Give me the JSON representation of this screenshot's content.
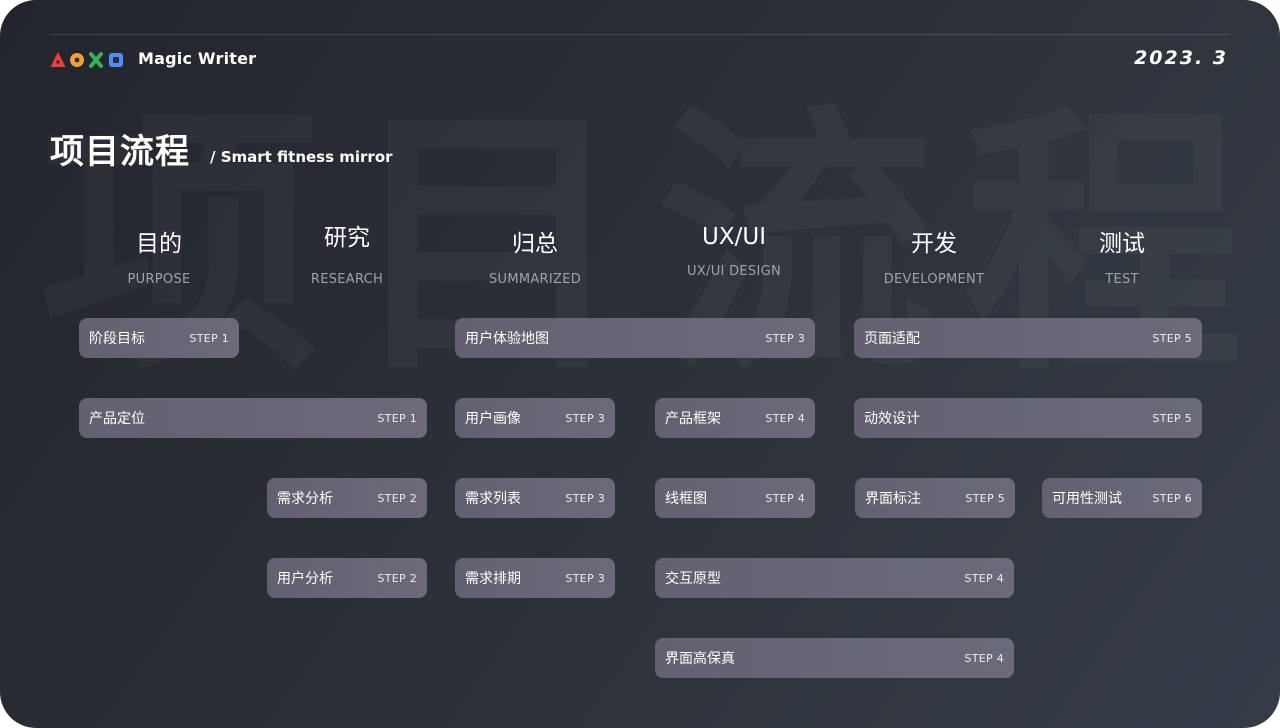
{
  "header": {
    "brand": "Magic Writer",
    "date": "2023. 3",
    "title": "项目流程",
    "subtitle": "/ Smart fitness mirror",
    "watermark": "项目流程"
  },
  "logo": {
    "shapes": [
      "triangle",
      "circle",
      "cross",
      "square"
    ],
    "colors": [
      "#e8403a",
      "#f0a030",
      "#36b25a",
      "#4f8ef5"
    ]
  },
  "columns": [
    {
      "cn": "目的",
      "en": "PURPOSE"
    },
    {
      "cn": "研究",
      "en": "RESEARCH"
    },
    {
      "cn": "归总",
      "en": "SUMMARIZED"
    },
    {
      "cn": "UX/UI",
      "en": "UX/UI DESIGN"
    },
    {
      "cn": "开发",
      "en": "DEVELOPMENT"
    },
    {
      "cn": "测试",
      "en": "TEST"
    }
  ],
  "cards": [
    {
      "label": "阶段目标",
      "step": "STEP 1"
    },
    {
      "label": "用户体验地图",
      "step": "STEP 3"
    },
    {
      "label": "页面适配",
      "step": "STEP 5"
    },
    {
      "label": "产品定位",
      "step": "STEP 1"
    },
    {
      "label": "用户画像",
      "step": "STEP 3"
    },
    {
      "label": "产品框架",
      "step": "STEP 4"
    },
    {
      "label": "动效设计",
      "step": "STEP 5"
    },
    {
      "label": "需求分析",
      "step": "STEP 2"
    },
    {
      "label": "需求列表",
      "step": "STEP 3"
    },
    {
      "label": "线框图",
      "step": "STEP 4"
    },
    {
      "label": "界面标注",
      "step": "STEP 5"
    },
    {
      "label": "可用性测试",
      "step": "STEP 6"
    },
    {
      "label": "用户分析",
      "step": "STEP 2"
    },
    {
      "label": "需求排期",
      "step": "STEP 3"
    },
    {
      "label": "交互原型",
      "step": "STEP 4"
    },
    {
      "label": "界面高保真",
      "step": "STEP 4"
    }
  ],
  "colors": {
    "card": "#676675",
    "background": "#2b2f37",
    "muted_text": "#9da2ad"
  }
}
